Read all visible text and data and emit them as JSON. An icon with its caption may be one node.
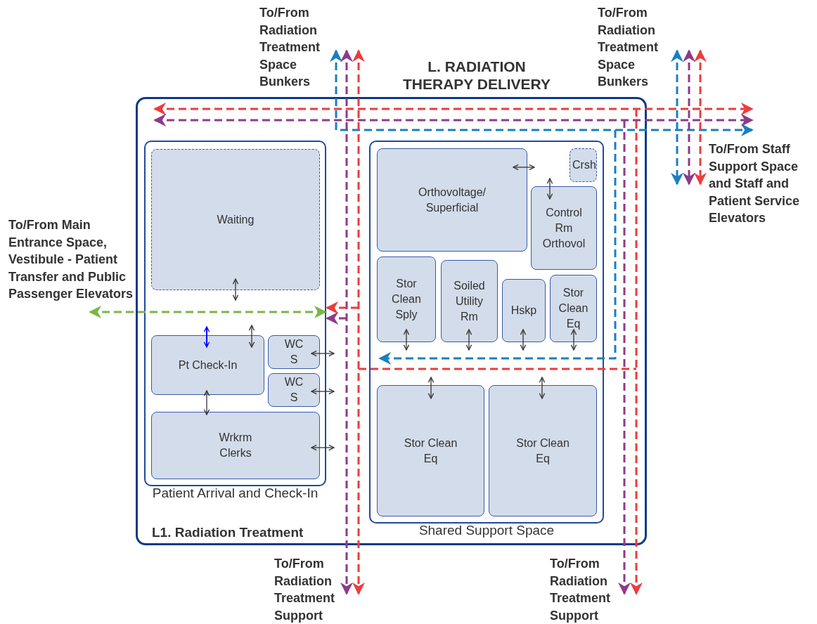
{
  "diagram": {
    "title": "L. RADIATION THERAPY DELIVERY",
    "nodes": [
      {
        "text": [
          "L1. Radiation Treatment"
        ]
      },
      {
        "text": [
          "Patient Arrival and Check-In"
        ],
        "in": 0
      },
      {
        "text": [
          "Waiting"
        ],
        "in": 1
      },
      {
        "text": [
          "Pt Check-In"
        ],
        "in": 1
      },
      {
        "text": [
          "WC S"
        ],
        "in": 1
      },
      {
        "text": [
          "WC S"
        ],
        "in": 1
      },
      {
        "text": [
          "Wrkrm Clerks"
        ],
        "in": 1
      },
      {
        "text": [
          "Shared Support Space"
        ],
        "in": 0
      },
      {
        "text": [
          "Orthovoltage/ Superficial"
        ],
        "in": 7
      },
      {
        "text": [
          "Crsh"
        ],
        "in": 7
      },
      {
        "text": [
          "Control Rm Orthovol"
        ],
        "in": 7
      },
      {
        "text": [
          "Stor Clean Sply"
        ],
        "in": 7
      },
      {
        "text": [
          "Soiled Utility Rm"
        ],
        "in": 7
      },
      {
        "text": [
          "Hskp"
        ],
        "in": 7
      },
      {
        "text": [
          "Stor Clean Eq"
        ],
        "in": 7
      },
      {
        "text": [
          "Stor Clean Eq"
        ],
        "in": 7
      },
      {
        "text": [
          "Stor Clean Eq"
        ],
        "in": 7
      },
      {
        "text": [
          "To/From Radiation Treatment Space Bunkers"
        ]
      },
      {
        "text": [
          "To/From Radiation Treatment Space Bunkers"
        ]
      },
      {
        "text": [
          "To/From Staff Support Space and Staff and Patient Service Elevators"
        ]
      },
      {
        "text": [
          "To/From Main Entrance Space, Vestibule - Patient Transfer and Public Passenger Elevators"
        ]
      },
      {
        "text": [
          "To/From Radiation Treatment Support"
        ]
      },
      {
        "text": [
          "To/From Radiation Treatment Support"
        ]
      }
    ],
    "edges": [
      {
        "from": 20,
        "to": 1,
        "arrow": "both",
        "style": "dashed",
        "color": "#7ab648"
      },
      {
        "from": 0,
        "to": 19,
        "arrow": "both",
        "style": "dashed",
        "color": "#ef3b3b"
      },
      {
        "from": 0,
        "to": 19,
        "arrow": "both",
        "style": "dashed",
        "color": "#8e3a8a"
      },
      {
        "from": 17,
        "to": 19,
        "arrow": "both",
        "style": "dashed",
        "color": "#1a7fc1"
      },
      {
        "from": 18,
        "to": 19,
        "arrow": "both",
        "style": "dashed",
        "color": "#1a7fc1"
      },
      {
        "from": 18,
        "to": 19,
        "arrow": "both",
        "style": "dashed",
        "color": "#8e3a8a"
      },
      {
        "from": 18,
        "to": 19,
        "arrow": "both",
        "style": "dashed",
        "color": "#ef3b3b"
      },
      {
        "from": 17,
        "to": 21,
        "arrow": "both",
        "style": "dashed",
        "color": "#8e3a8a"
      },
      {
        "from": 17,
        "to": 21,
        "arrow": "both",
        "style": "dashed",
        "color": "#ef3b3b"
      },
      {
        "from": null,
        "to": 1,
        "arrow": "to",
        "style": "dashed",
        "color": "#ef3b3b"
      },
      {
        "from": null,
        "to": 1,
        "arrow": "to",
        "style": "dashed",
        "color": "#8e3a8a"
      },
      {
        "from": null,
        "to": 22,
        "arrow": "to",
        "style": "dashed",
        "color": "#8e3a8a"
      },
      {
        "from": null,
        "to": 22,
        "arrow": "to",
        "style": "dashed",
        "color": "#ef3b3b"
      },
      {
        "from": null,
        "to": 7,
        "arrow": "to",
        "style": "dashed",
        "color": "#1a7fc1"
      },
      {
        "from": null,
        "to": 2,
        "arrow": "both"
      },
      {
        "from": null,
        "to": 3,
        "arrow": "both",
        "color": "#0000ff"
      },
      {
        "from": null,
        "to": 3,
        "arrow": "both"
      },
      {
        "from": 3,
        "to": 6,
        "arrow": "both"
      },
      {
        "from": null,
        "to": 4,
        "arrow": "both"
      },
      {
        "from": null,
        "to": 5,
        "arrow": "both"
      },
      {
        "from": null,
        "to": 6,
        "arrow": "both"
      },
      {
        "from": null,
        "to": 8,
        "arrow": "both"
      },
      {
        "from": null,
        "to": 10,
        "arrow": "both"
      },
      {
        "from": null,
        "to": 11,
        "arrow": "both"
      },
      {
        "from": null,
        "to": 12,
        "arrow": "both"
      },
      {
        "from": null,
        "to": 13,
        "arrow": "both"
      },
      {
        "from": null,
        "to": 14,
        "arrow": "both"
      },
      {
        "from": null,
        "to": 15,
        "arrow": "both"
      },
      {
        "from": null,
        "to": 16,
        "arrow": "both"
      }
    ]
  }
}
